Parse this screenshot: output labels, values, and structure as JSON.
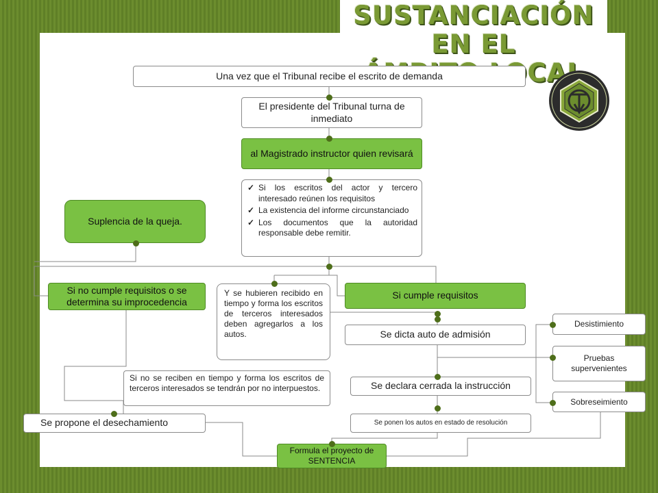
{
  "title": {
    "line1": "SUSTANCIACIÓN EN EL",
    "line2": "ÁMBITO LOCAL"
  },
  "nodes": {
    "recibe": "Una vez que  el  Tribunal recibe el escrito de demanda",
    "presidente": "El presidente del Tribunal turna de inmediato",
    "magistrado": "al Magistrado instructor quien revisará",
    "checklist": [
      "Si los escritos del actor y tercero interesado reúnen los requisitos",
      "La existencia del informe circunstanciado",
      "Los documentos que la autoridad responsable debe remitir."
    ],
    "suplencia": "Suplencia de la queja.",
    "no_cumple": "Si no cumple requisitos o se determina su improcedencia",
    "terceros": "Y se hubieren recibido en tiempo y forma los escritos de terceros interesados deben agregarlos a los autos.",
    "cumple": "Si cumple requisitos",
    "admision": "Se dicta auto de admisión",
    "cerrada": "Se declara cerrada la instrucción",
    "no_reciben": "Si no se reciben en tiempo y forma los escritos de terceros interesados se tendrán por no interpuestos.",
    "desechamiento": "Se propone el desechamiento",
    "resolucion": "Se ponen los autos en estado de resolución",
    "sentencia": "Formula el proyecto de SENTENCIA",
    "desistimiento": "Desistimiento",
    "pruebas": "Pruebas supervenientes",
    "sobreseimiento": "Sobreseimiento"
  },
  "colors": {
    "accent_green": "#7ac143",
    "background_green": "#6a8a2c",
    "line": "#888888"
  },
  "icons": {
    "check": "check-icon",
    "logo": "tev-seal-logo"
  }
}
